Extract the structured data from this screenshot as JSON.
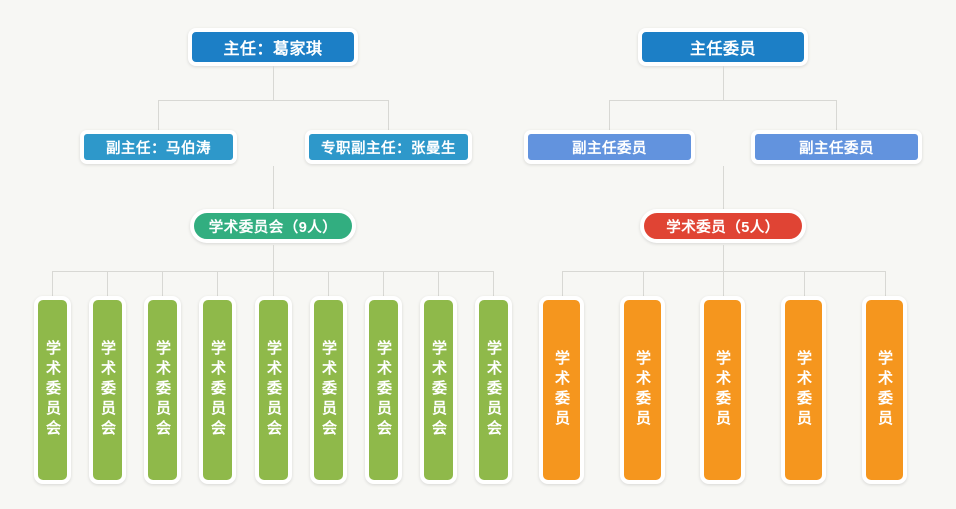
{
  "diagram": {
    "title": "organization-chart",
    "background_color": "#f7f7f4",
    "connector_color": "#d8d8d4"
  },
  "left_branch": {
    "chair": {
      "label": "主任：葛家琪",
      "color": "#1c7fc6"
    },
    "deputies": [
      {
        "label": "副主任：马伯涛",
        "color": "#2e98ca"
      },
      {
        "label": "专职副主任：张曼生",
        "color": "#2e98ca"
      }
    ],
    "committee": {
      "label": "学术委员会（9人）",
      "color": "#32ae80",
      "count": 9
    },
    "members": [
      {
        "label": "学术委员会",
        "color": "#8fb94a"
      },
      {
        "label": "学术委员会",
        "color": "#8fb94a"
      },
      {
        "label": "学术委员会",
        "color": "#8fb94a"
      },
      {
        "label": "学术委员会",
        "color": "#8fb94a"
      },
      {
        "label": "学术委员会",
        "color": "#8fb94a"
      },
      {
        "label": "学术委员会",
        "color": "#8fb94a"
      },
      {
        "label": "学术委员会",
        "color": "#8fb94a"
      },
      {
        "label": "学术委员会",
        "color": "#8fb94a"
      },
      {
        "label": "学术委员会",
        "color": "#8fb94a"
      }
    ]
  },
  "right_branch": {
    "chair": {
      "label": "主任委员",
      "color": "#1c7fc6"
    },
    "deputies": [
      {
        "label": "副主任委员",
        "color": "#6293de"
      },
      {
        "label": "副主任委员",
        "color": "#6293de"
      }
    ],
    "committee": {
      "label": "学术委员（5人）",
      "color": "#e04434",
      "count": 5
    },
    "members": [
      {
        "label": "学术委员",
        "color": "#f5961e"
      },
      {
        "label": "学术委员",
        "color": "#f5961e"
      },
      {
        "label": "学术委员",
        "color": "#f5961e"
      },
      {
        "label": "学术委员",
        "color": "#f5961e"
      },
      {
        "label": "学术委员",
        "color": "#f5961e"
      }
    ]
  }
}
